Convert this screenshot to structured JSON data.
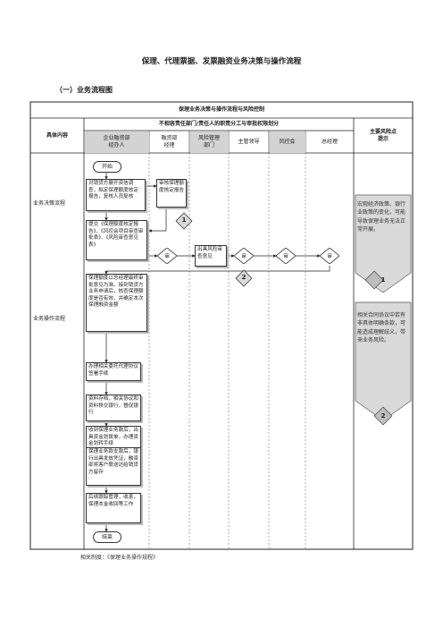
{
  "page": {
    "title": "保理、代理票据、发票融资业务决策与操作流程",
    "section_title": "（一）业务流程图",
    "footer": "相关制度：《保理业务操作规程》"
  },
  "table": {
    "main_title": "保理业务决策与操作流程与风险控制",
    "content_col": "具体内容",
    "responsibility_title": "不相容责任部门/责任人的职责分工与审批权限划分",
    "departments": [
      "企业融资部\n经办人",
      "融资部\n经理",
      "风险管理\n部门",
      "主管领导",
      "风控会",
      "总经理"
    ],
    "risk_col": "主要风险点\n提示"
  },
  "rows": {
    "decision": "业务决策流程",
    "operation": "业务操作流程"
  },
  "flow": {
    "start": "开始",
    "end": "结束",
    "box1": "对销货方展开资信调查，拟定保理额度核定报告，复核人员复核",
    "box_review": "审核保理额度核定报告",
    "box2": "提交《保理额度核定报告》、《风控会项目审查审批表》、《风险审查意见表》",
    "box_risk": "出具风险审查意见",
    "diamond": "审",
    "box3": "保理额度以总经理最终审批意见为准。接到销货方业务申请后，核查保理额度是否有效，并确定本次保理融资金额",
    "box4": "办理相关委托代理协议签署手续",
    "box5": "资料存档，相关协议和资料移交银行，督促银行",
    "box6": "收到保理业务款后，出具资金划拨单，办理资金划转手续",
    "box7": "保理业务款支款后，银行出具发放凭证，融资部将客户联送达给销货方留存",
    "box8": "后续跟踪管理，收息，保理本金收回等工作"
  },
  "risks": {
    "risk1": "宏观经济政策、银行业政策的变化，可能导致保理业务无法正常开展。",
    "risk1_num": "1",
    "risk2": "相关合同协议中若有非具体明确条款，可能造成理解歧义，带来业务风险。",
    "risk2_num": "2"
  },
  "markers": {
    "tri1": "1",
    "tri2": "2"
  },
  "colors": {
    "header_grey": "#d3d3d3",
    "risk_fill": "#d9d9d9"
  }
}
